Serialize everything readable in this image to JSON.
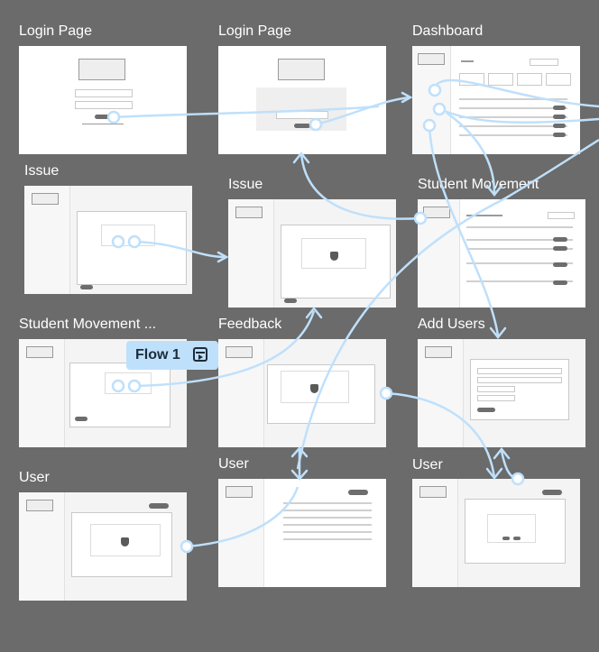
{
  "frames": [
    {
      "id": "login1",
      "title": "Login Page"
    },
    {
      "id": "login2",
      "title": "Login Page"
    },
    {
      "id": "dashboard",
      "title": "Dashboard"
    },
    {
      "id": "issue1",
      "title": "Issue"
    },
    {
      "id": "issue2",
      "title": "Issue"
    },
    {
      "id": "studentmv",
      "title": "Student Movement"
    },
    {
      "id": "studentmv2",
      "title": "Student Movement ..."
    },
    {
      "id": "feedback",
      "title": "Feedback"
    },
    {
      "id": "addusers",
      "title": "Add Users"
    },
    {
      "id": "user1",
      "title": "User"
    },
    {
      "id": "user2",
      "title": "User"
    },
    {
      "id": "user3",
      "title": "User"
    }
  ],
  "flow": {
    "label": "Flow 1",
    "icon": "play-frame-icon"
  },
  "colors": {
    "canvas": "#6b6b6b",
    "connector": "#bfe0fb",
    "badge": "#bfe0fb"
  }
}
